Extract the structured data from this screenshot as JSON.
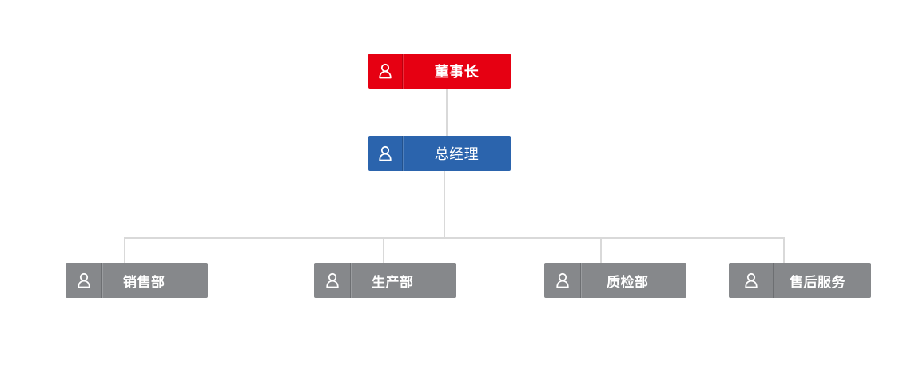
{
  "colors": {
    "chairman": "#e60012",
    "manager": "#2b64ad",
    "department": "#86888b",
    "connector": "#d9d9d9"
  },
  "root": {
    "label": "董事长",
    "icon": "person-icon"
  },
  "manager": {
    "label": "总经理",
    "icon": "person-icon"
  },
  "departments": [
    {
      "label": "销售部",
      "icon": "person-icon"
    },
    {
      "label": "生产部",
      "icon": "person-icon"
    },
    {
      "label": "质检部",
      "icon": "person-icon"
    },
    {
      "label": "售后服务",
      "icon": "person-icon"
    }
  ]
}
